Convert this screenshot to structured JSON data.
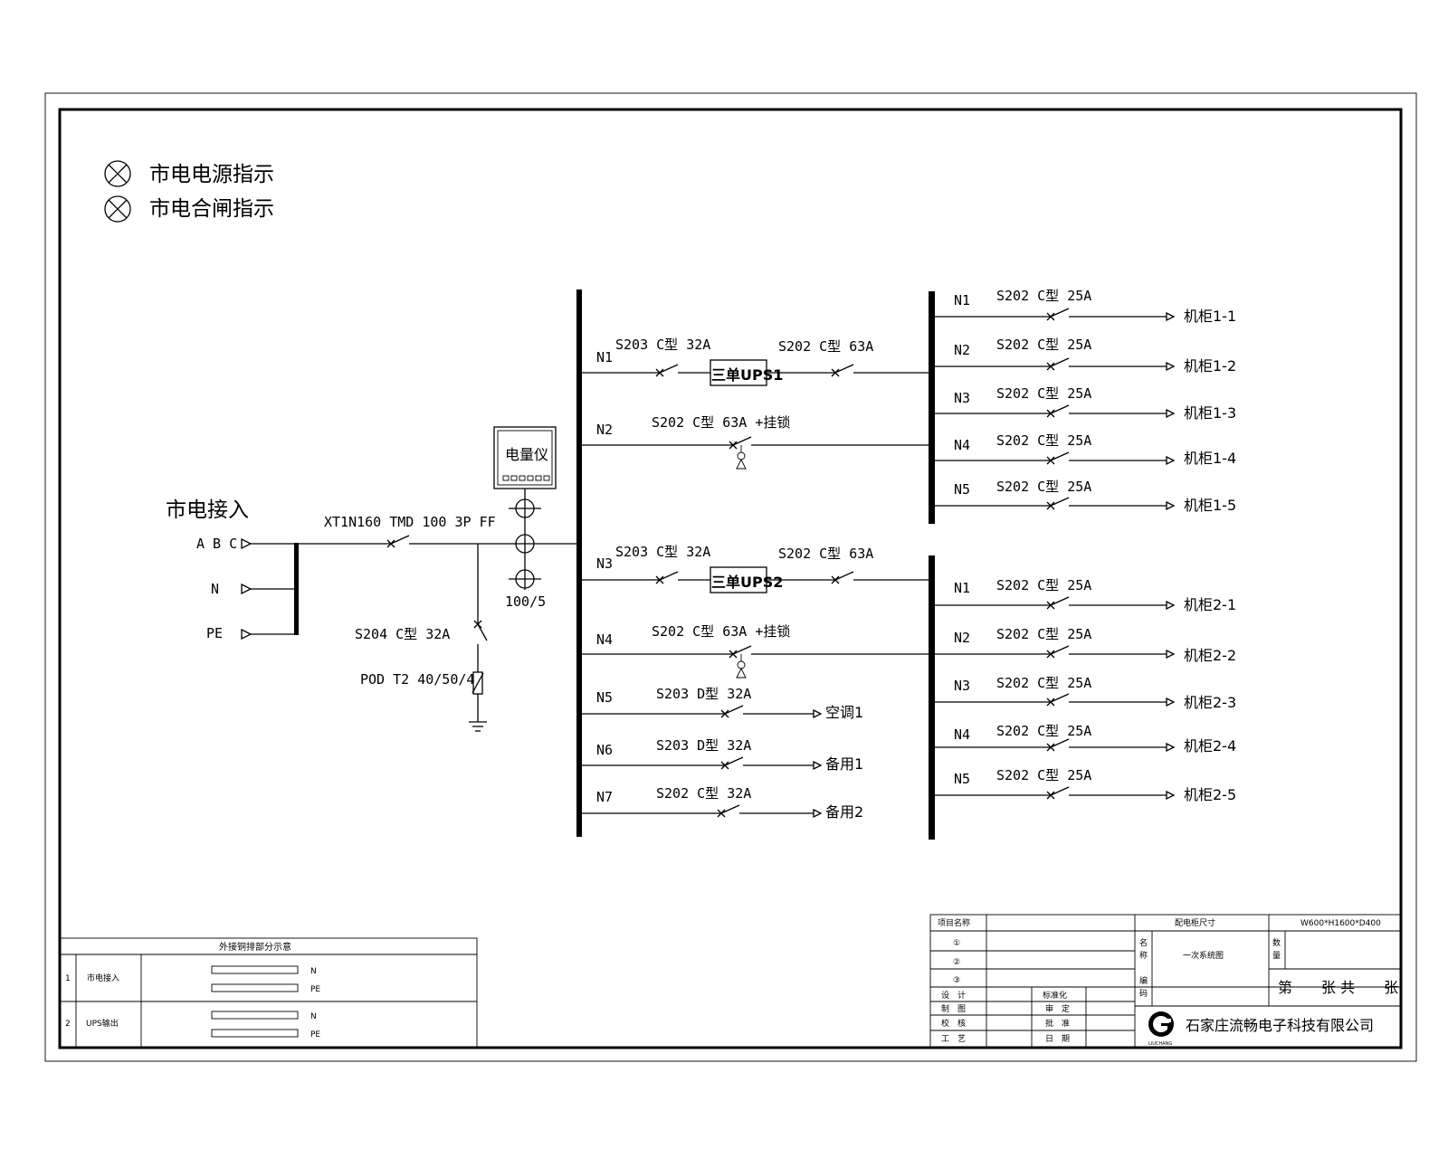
{
  "legend": {
    "power_indicator": "市电电源指示",
    "close_indicator": "市电合闸指示"
  },
  "input": {
    "title": "市电接入",
    "phase_abc": "A B C",
    "neutral": "N",
    "earth": "PE",
    "main_breaker": "XT1N160 TMD 100 3P FF",
    "spd_breaker": "S204 C型 32A",
    "spd": "POD T2 40/50/4",
    "meter": "电量仪",
    "ct_ratio": "100/5"
  },
  "main_bus": {
    "feeders": [
      {
        "no": "N1",
        "breaker_in": "S203 C型 32A",
        "device": "三单UPS1",
        "breaker_out": "S202 C型 63A"
      },
      {
        "no": "N2",
        "breaker": "S202 C型 63A +挂锁"
      },
      {
        "no": "N3",
        "breaker_in": "S203 C型 32A",
        "device": "三单UPS2",
        "breaker_out": "S202 C型 63A"
      },
      {
        "no": "N4",
        "breaker": "S202 C型 63A +挂锁"
      },
      {
        "no": "N5",
        "breaker": "S203 D型 32A",
        "load": "空调1"
      },
      {
        "no": "N6",
        "breaker": "S203 D型 32A",
        "load": "备用1"
      },
      {
        "no": "N7",
        "breaker": "S202 C型 32A",
        "load": "备用2"
      }
    ]
  },
  "ups1_bus": {
    "circuits": [
      {
        "no": "N1",
        "breaker": "S202 C型 25A",
        "load": "机柜1-1"
      },
      {
        "no": "N2",
        "breaker": "S202 C型 25A",
        "load": "机柜1-2"
      },
      {
        "no": "N3",
        "breaker": "S202 C型 25A",
        "load": "机柜1-3"
      },
      {
        "no": "N4",
        "breaker": "S202 C型 25A",
        "load": "机柜1-4"
      },
      {
        "no": "N5",
        "breaker": "S202 C型 25A",
        "load": "机柜1-5"
      }
    ]
  },
  "ups2_bus": {
    "circuits": [
      {
        "no": "N1",
        "breaker": "S202 C型 25A",
        "load": "机柜2-1"
      },
      {
        "no": "N2",
        "breaker": "S202 C型 25A",
        "load": "机柜2-2"
      },
      {
        "no": "N3",
        "breaker": "S202 C型 25A",
        "load": "机柜2-3"
      },
      {
        "no": "N4",
        "breaker": "S202 C型 25A",
        "load": "机柜2-4"
      },
      {
        "no": "N5",
        "breaker": "S202 C型 25A",
        "load": "机柜2-5"
      }
    ]
  },
  "busbar_table": {
    "title": "外接铜排部分示意",
    "rows": [
      {
        "index": "1",
        "name": "市电接入",
        "bar1": "N",
        "bar2": "PE"
      },
      {
        "index": "2",
        "name": "UPS输出",
        "bar1": "N",
        "bar2": "PE"
      }
    ]
  },
  "title_block": {
    "project_name": "项目名称",
    "cabinet_size_label": "配电柜尺寸",
    "cabinet_size": "W600*H1600*D400",
    "circle1": "①",
    "circle2": "②",
    "circle3": "③",
    "name_label_1": "名",
    "name_label_2": "称",
    "drawing_name": "一次系统图",
    "qty_label_1": "数",
    "qty_label_2": "量",
    "code_label_1": "编",
    "code_label_2": "码",
    "sheet": "第　　张 共　　张",
    "design": "设　计",
    "draw": "制　图",
    "check": "校　核",
    "process": "工　艺",
    "standard": "标准化",
    "review": "审　定",
    "approve": "批　准",
    "date": "日　期",
    "logo_text": "LIUCHANG",
    "company": "石家庄流畅电子科技有限公司"
  }
}
